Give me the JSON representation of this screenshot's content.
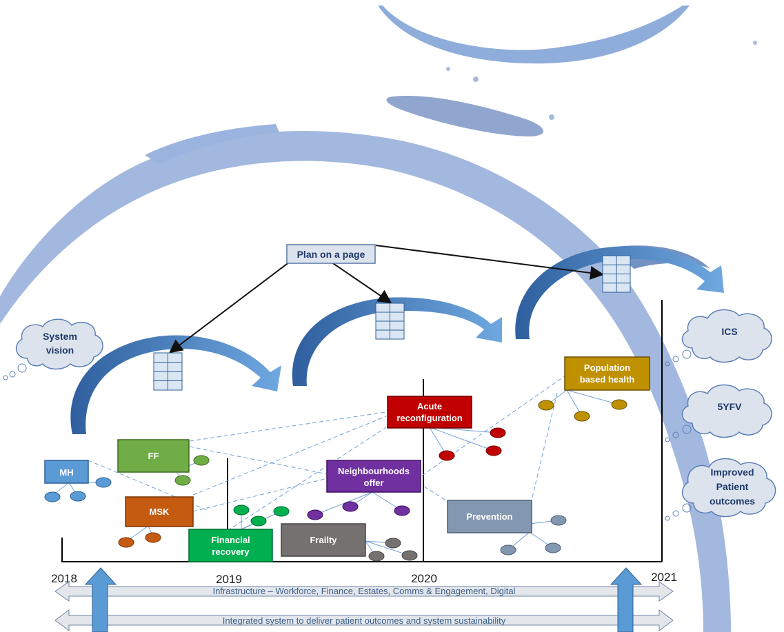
{
  "plan_label": "Plan on a page",
  "clouds": {
    "system_vision": [
      "System",
      "vision"
    ],
    "ics": "ICS",
    "fyfv": "5YFV",
    "outcomes": [
      "Improved",
      "Patient",
      "outcomes"
    ]
  },
  "boxes": {
    "mh": "MH",
    "ff": "FF",
    "msk": "MSK",
    "financial_recovery": [
      "Financial",
      "recovery"
    ],
    "frailty": "Frailty",
    "neighbourhoods": [
      "Neighbourhoods",
      "offer"
    ],
    "acute": [
      "Acute",
      "reconfiguration"
    ],
    "prevention": "Prevention",
    "population": [
      "Population",
      "based health"
    ]
  },
  "years": [
    "2018",
    "2019",
    "2020",
    "2021"
  ],
  "bands": {
    "infrastructure": "Infrastructure – Workforce, Finance, Estates, Comms & Engagement, Digital",
    "integrated": "Integrated system to deliver  patient outcomes and system sustainability"
  },
  "colors": {
    "mh": "#5b9bd5",
    "ff": "#70ad47",
    "msk": "#c55a11",
    "financial_recovery": "#00b050",
    "frailty": "#767171",
    "neighbourhoods": "#7030a0",
    "acute": "#c00000",
    "prevention": "#8497b0",
    "population": "#bf9000",
    "swirl": "#4a7fc0",
    "dashed": "#6f9fd8"
  }
}
